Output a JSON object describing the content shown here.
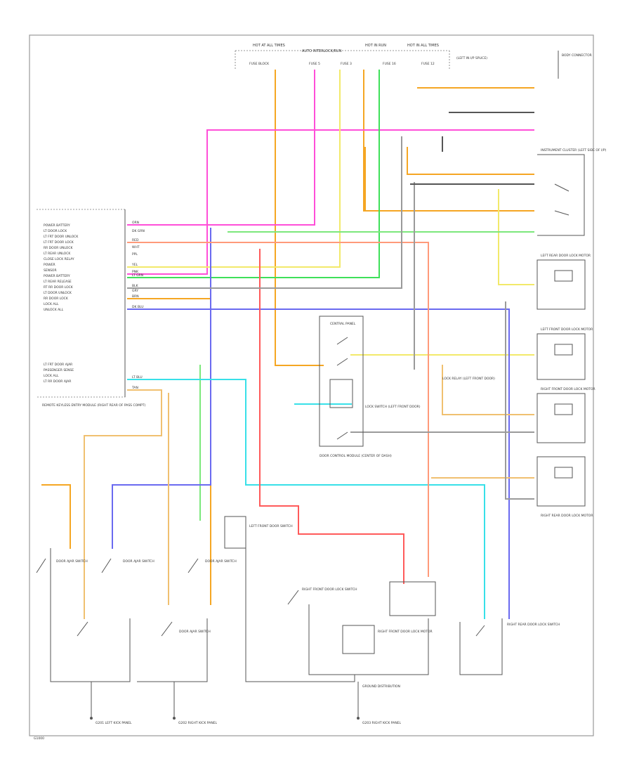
{
  "fuses": [
    {
      "id": "fuse-left",
      "label": "HOT AT ALL TIMES"
    },
    {
      "id": "fuse-mid",
      "label": "AUTO INTERLOCK/RUN"
    },
    {
      "id": "fuse-r1",
      "label": "HOT IN RUN"
    },
    {
      "id": "fuse-r2",
      "label": "HOT IN ALL TIMES"
    }
  ],
  "fuse_box_labels": [
    "FUSE BLOCK",
    "FUSE 5",
    "FUSE 3",
    "FUSE 16",
    "FUSE 12"
  ],
  "top_right_note": "(LEFT IN I/P SPLICE)",
  "modules": {
    "rkem_label": "REMOTE KEYLESS ENTRY MODULE (RIGHT REAR OF PASS COMPT)",
    "rkem_pins": [
      "POWER BATTERY",
      "LT DOOR LOCK",
      "LT FRT DOOR UNLOCK",
      "LT FRT DOOR LOCK",
      "RR DOOR UNLOCK",
      "LT REAR UNLOCK",
      "CLOSE LOCK RELAY",
      "POWER",
      "SENSOR",
      "POWER BATTERY",
      "LT REAR RELEASE",
      "RT RR DOOR LOCK",
      "LT DOOR UNLOCK",
      "RR DOOR LOCK",
      "LOCK ALL",
      "UNLOCK ALL"
    ],
    "rkem_pins2": [
      "LT FRT DOOR AJAR",
      "PASSENGER SENSE",
      "LOCK ALL",
      "LT RR DOOR AJAR"
    ],
    "lock_switch_label": "LOCK SWITCH (LEFT FRONT DOOR)",
    "door_module_label": "DOOR CONTROL MODULE (CENTER OF DASH)",
    "central_panel_label": "CENTRAL PANEL",
    "relay_label": "LOCK RELAY (LEFT FRONT DOOR)"
  },
  "right_components": [
    {
      "id": "splice-top",
      "label": "BODY CONNECTOR"
    },
    {
      "id": "right-splice-upper",
      "label": "INSTRUMENT CLUSTER (LEFT SIDE OF I/P)"
    },
    {
      "id": "left-rear-door",
      "label": "LEFT REAR DOOR LOCK MOTOR"
    },
    {
      "id": "left-front-door",
      "label": "LEFT FRONT DOOR LOCK MOTOR"
    },
    {
      "id": "right-front-door",
      "label": "RIGHT FRONT DOOR LOCK MOTOR"
    },
    {
      "id": "right-rear-door",
      "label": "RIGHT REAR DOOR LOCK MOTOR"
    }
  ],
  "bottom_switches": [
    {
      "id": "sw1",
      "label": "DOOR AJAR SWITCH"
    },
    {
      "id": "sw2",
      "label": "DOOR AJAR SWITCH"
    },
    {
      "id": "sw3",
      "label": "DOOR AJAR SWITCH"
    },
    {
      "id": "sw4",
      "label": "DOOR AJAR SWITCH"
    },
    {
      "id": "sw5",
      "label": "LEFT FRONT DOOR SWITCH"
    },
    {
      "id": "sw6",
      "label": "RIGHT FRONT DOOR LOCK SWITCH"
    },
    {
      "id": "sw7",
      "label": "RIGHT FRONT DOOR LOCK MOTOR"
    },
    {
      "id": "sw8",
      "label": "RIGHT REAR DOOR LOCK SWITCH"
    }
  ],
  "grounds": [
    {
      "id": "g1",
      "label": "G201 LEFT KICK PANEL"
    },
    {
      "id": "g2",
      "label": "G202 RIGHT KICK PANEL"
    },
    {
      "id": "g3",
      "label": "G203 RIGHT KICK PANEL"
    }
  ],
  "ground_note": "GROUND DISTRIBUTION",
  "corner_note": "G1000",
  "wire_labels": [
    "ORN",
    "PNK",
    "BLK",
    "YEL",
    "LT GRN",
    "DK GRN",
    "TAN",
    "GRY",
    "RED",
    "LT BLU",
    "DK BLU",
    "BRN",
    "WHT",
    "PPL"
  ],
  "wire_colors": {
    "orange": "#f5a623",
    "pink": "#ff4fd8",
    "yellow": "#f2e96a",
    "green": "#3ee05a",
    "lightgreen": "#7ce87c",
    "blue": "#6a6af0",
    "cyan": "#38e0e8",
    "red": "#ff5a5a",
    "tan": "#f0c070",
    "gray": "#9a9a9a",
    "darkgray": "#555555",
    "salmon": "#ff9a7a"
  }
}
